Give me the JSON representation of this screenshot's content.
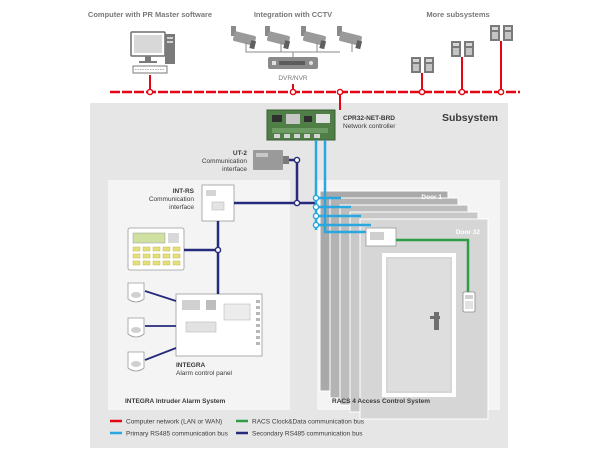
{
  "top": {
    "pc_label": "Computer with PR Master software",
    "cctv_label": "Integration with CCTV",
    "more_label": "More subsystems",
    "dvr_label": "DVR/NVR"
  },
  "subsystem": {
    "title": "Subsystem",
    "controller": {
      "name": "CPR32-NET-BRD",
      "desc": "Network controller"
    },
    "ut2": {
      "name": "UT-2",
      "desc1": "Communication",
      "desc2": "interface"
    },
    "intrs": {
      "name": "INT-RS",
      "desc1": "Communication",
      "desc2": "interface"
    },
    "integra": {
      "name": "INTEGRA",
      "desc": "Alarm control panel"
    },
    "intruder_title": "INTEGRA Intruder Alarm System",
    "racs_title": "RACS 4 Access Control System",
    "door_first": "Door 1",
    "door_last": "Door 32"
  },
  "legend": [
    {
      "label": "Computer network (LAN or WAN)",
      "color": "#e30613"
    },
    {
      "label": "Primary RS485 communication bus",
      "color": "#2aa6e0"
    },
    {
      "label": "RACS Clock&Data communication bus",
      "color": "#2e9e45"
    },
    {
      "label": "Secondary RS485 communication bus",
      "color": "#262a7c"
    }
  ],
  "colors": {
    "lan": "#e30613",
    "primary_rs485": "#2aa6e0",
    "clock_data": "#2e9e45",
    "secondary_rs485": "#262a7c",
    "panel_bg": "#e6e6e6"
  }
}
